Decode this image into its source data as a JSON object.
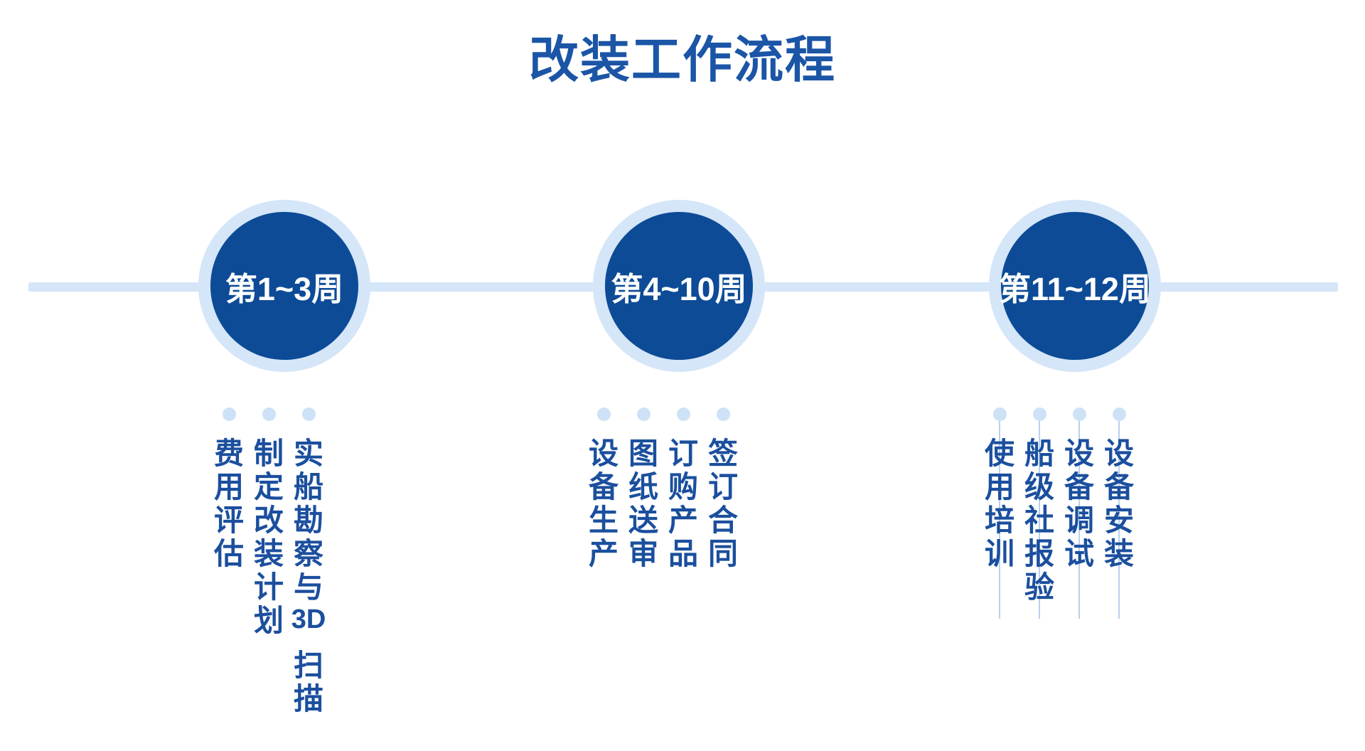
{
  "title": "改装工作流程",
  "colors": {
    "page_bg": "#ffffff",
    "title_text": "#1b55a6",
    "circle": "#0d4b97",
    "ring": "#d4e6f8",
    "line": "#d4e6f8",
    "dot": "#cde2f6",
    "item_text": "#1b4f9e",
    "node_label": "#ffffff",
    "leader": "#b6d2ee"
  },
  "stages": [
    {
      "label": "第1~3周",
      "leader_lines": false,
      "items": [
        {
          "text": "实船勘察与3D 扫描"
        },
        {
          "text": "制定改装计划"
        },
        {
          "text": "费用评估"
        }
      ]
    },
    {
      "label": "第4~10周",
      "leader_lines": false,
      "items": [
        {
          "text": "签订合同"
        },
        {
          "text": "订购产品"
        },
        {
          "text": "图纸送审"
        },
        {
          "text": "设备生产"
        }
      ]
    },
    {
      "label": "第11~12周",
      "leader_lines": true,
      "items": [
        {
          "text": "设备安装"
        },
        {
          "text": "设备调试"
        },
        {
          "text": "船级社报验"
        },
        {
          "text": "使用培训"
        }
      ]
    }
  ]
}
